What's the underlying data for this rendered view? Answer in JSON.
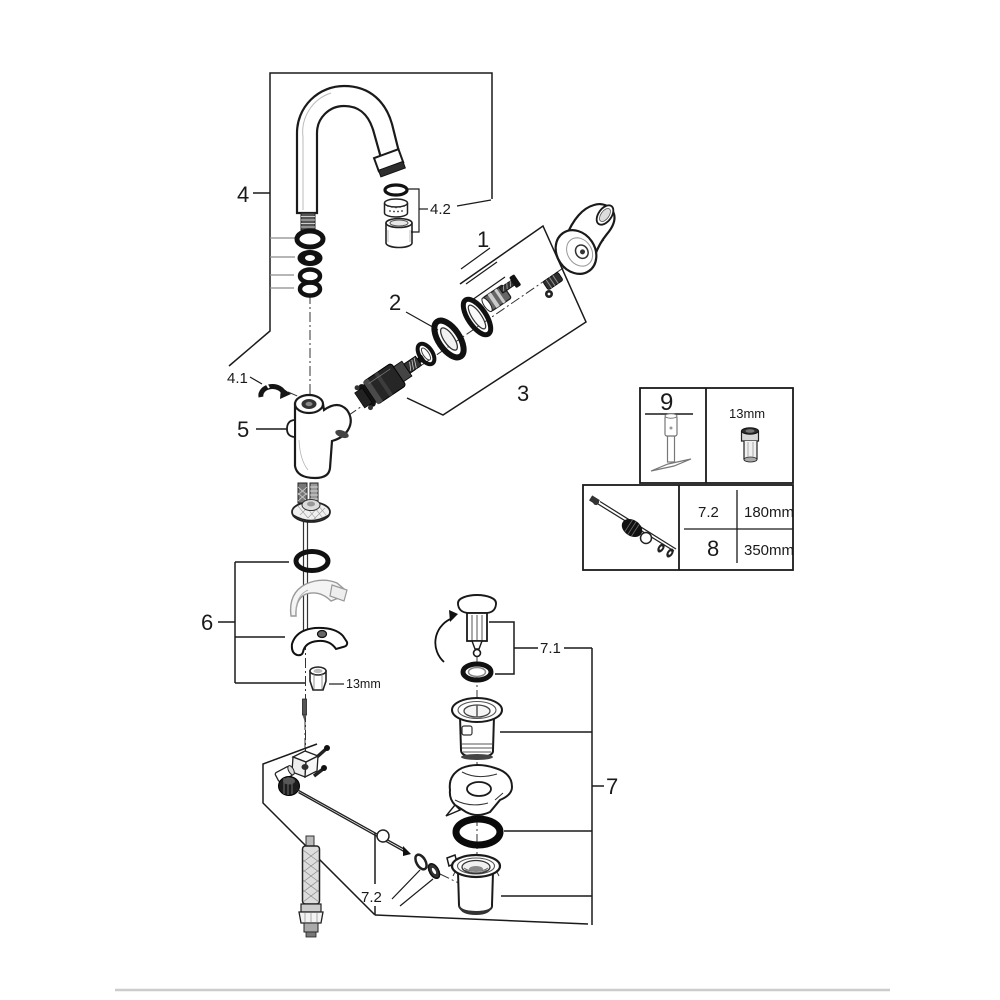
{
  "diagram": {
    "kind": "faucet exploded parts diagram",
    "callouts": {
      "n1": "1",
      "n2": "2",
      "n3": "3",
      "n4": "4",
      "n4_1": "4.1",
      "n4_2": "4.2",
      "n5": "5",
      "n6": "6",
      "n7": "7",
      "n7_1": "7.1",
      "n7_2": "7.2",
      "n8": "8",
      "n9": "9"
    },
    "measurements": {
      "mounting_nut_size": "13mm",
      "socket_size": "13mm"
    },
    "spec_table": {
      "rows": [
        {
          "part": "7.2",
          "length": "180mm"
        },
        {
          "part": "8",
          "length": "350mm"
        }
      ]
    },
    "colors": {
      "line": "#1a1a1a",
      "light_gray": "#9a9a9a",
      "separator": "#cccccc",
      "background": "#ffffff"
    }
  }
}
